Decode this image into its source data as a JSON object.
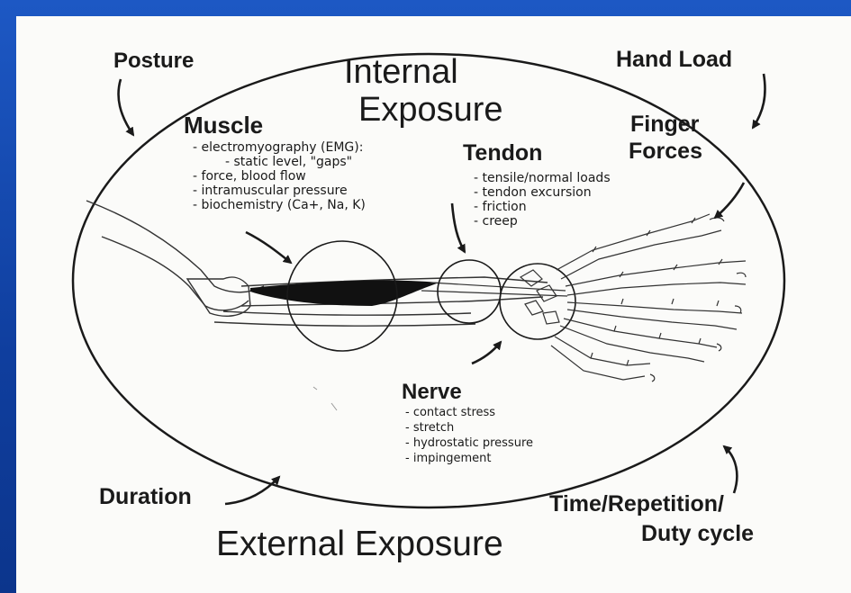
{
  "diagram": {
    "title_top_line1": "Internal",
    "title_top_line2": "Exposure",
    "title_bottom": "External  Exposure",
    "external_factors": {
      "posture": "Posture",
      "hand_load": "Hand Load",
      "duration": "Duration",
      "time_line1": "Time/Repetition/",
      "time_line2": "Duty  cycle"
    },
    "muscle": {
      "heading": "Muscle",
      "items": [
        "electromyography (EMG):",
        "static level, \"gaps\"",
        "force, blood flow",
        "intramuscular pressure",
        "biochemistry (Ca+, Na, K)"
      ]
    },
    "tendon": {
      "heading": "Tendon",
      "items": [
        "tensile/normal loads",
        "tendon excursion",
        "friction",
        "creep"
      ]
    },
    "finger_forces": {
      "line1": "Finger",
      "line2": "Forces"
    },
    "nerve": {
      "heading": "Nerve",
      "items": [
        "contact stress",
        "stretch",
        "hydrostatic pressure",
        "impingement"
      ]
    }
  },
  "colors": {
    "frame": "#1547a6",
    "paper": "#fbfbf9",
    "ink": "#1a1a1a"
  }
}
